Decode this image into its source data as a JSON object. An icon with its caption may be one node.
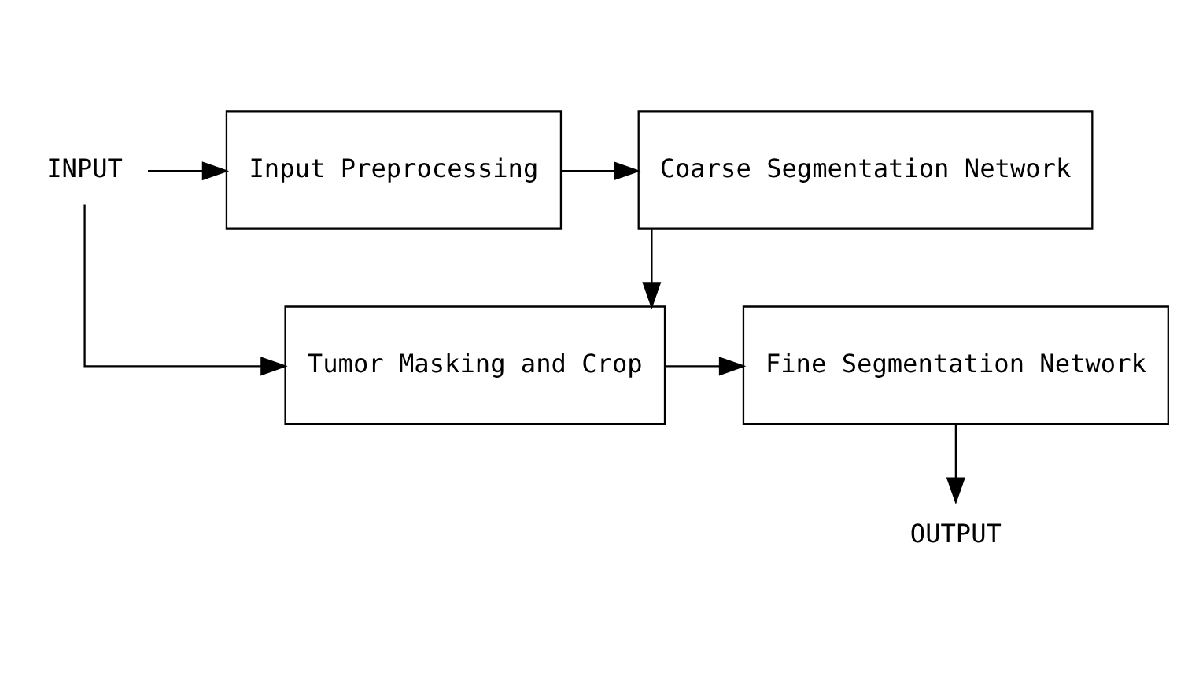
{
  "diagram": {
    "nodes": [
      {
        "text": [
          "INPUT"
        ]
      },
      {
        "text": [
          "Input Preprocessing"
        ]
      },
      {
        "text": [
          "Coarse Segmentation Network"
        ]
      },
      {
        "text": [
          "Tumor Masking and Crop"
        ]
      },
      {
        "text": [
          "Fine Segmentation Network"
        ]
      },
      {
        "text": [
          "OUTPUT"
        ]
      }
    ],
    "edges": [
      {
        "from": 0,
        "to": 1,
        "arrow": "to"
      },
      {
        "from": 0,
        "to": 3,
        "arrow": "to"
      },
      {
        "from": 1,
        "to": 2,
        "arrow": "to"
      },
      {
        "from": 2,
        "to": 3,
        "arrow": "to"
      },
      {
        "from": 3,
        "to": 4,
        "arrow": "to"
      },
      {
        "from": 4,
        "to": 5,
        "arrow": "to"
      }
    ]
  }
}
